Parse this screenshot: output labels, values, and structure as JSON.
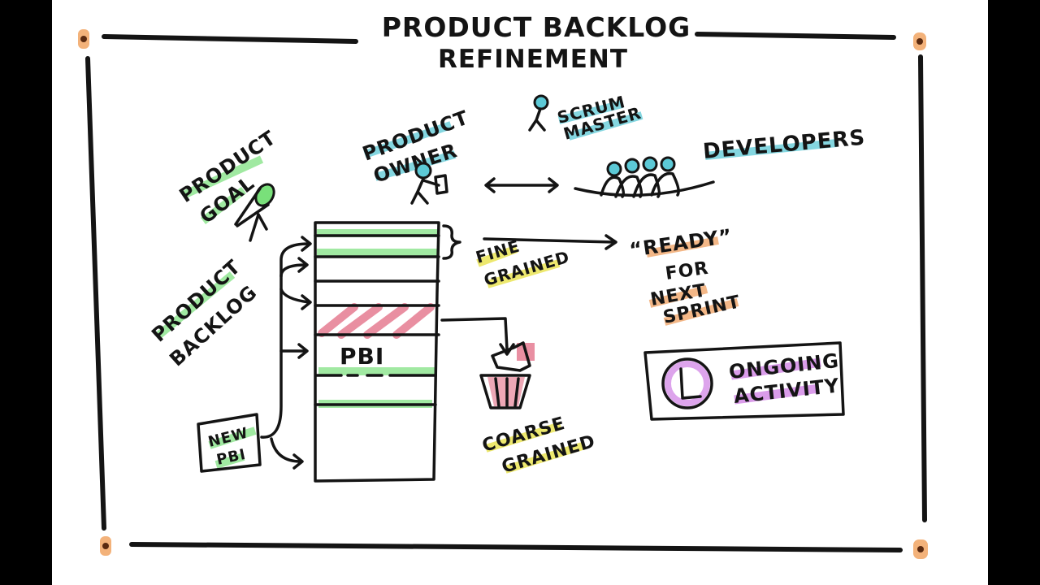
{
  "title": {
    "line1": "PRODUCT BACKLOG",
    "line2": "REFINEMENT"
  },
  "roles": {
    "product_owner": [
      "PRODUCT",
      "OWNER"
    ],
    "scrum_master": [
      "SCRUM",
      "MASTER"
    ],
    "developers": "DEVELOPERS"
  },
  "product_goal": [
    "PRODUCT",
    "GOAL"
  ],
  "product_backlog": [
    "PRODUCT",
    "BACKLOG"
  ],
  "new_pbi": [
    "NEW",
    "PBI"
  ],
  "pbi_label": "PBI",
  "fine_grained": [
    "FINE",
    "GRAINED"
  ],
  "coarse_grained": [
    "COARSE",
    "GRAINED"
  ],
  "ready": [
    "“READY”",
    "FOR",
    "NEXT",
    "SPRINT"
  ],
  "ongoing": [
    "ONGOING",
    "ACTIVITY"
  ],
  "colors": {
    "green": "#79e07a",
    "blue": "#5cc9d6",
    "pink": "#e0607a",
    "yellow": "#e9e34a",
    "orange": "#f0a060",
    "purple": "#c768e0",
    "pin": "#f3b27a"
  }
}
